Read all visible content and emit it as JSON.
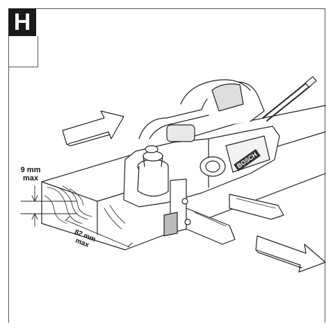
{
  "figure": {
    "letter": "H",
    "depth_value": "9 mm",
    "depth_suffix": "max",
    "width_value": "82 mm",
    "width_suffix": "max",
    "brand_mark": "BOSCH"
  }
}
